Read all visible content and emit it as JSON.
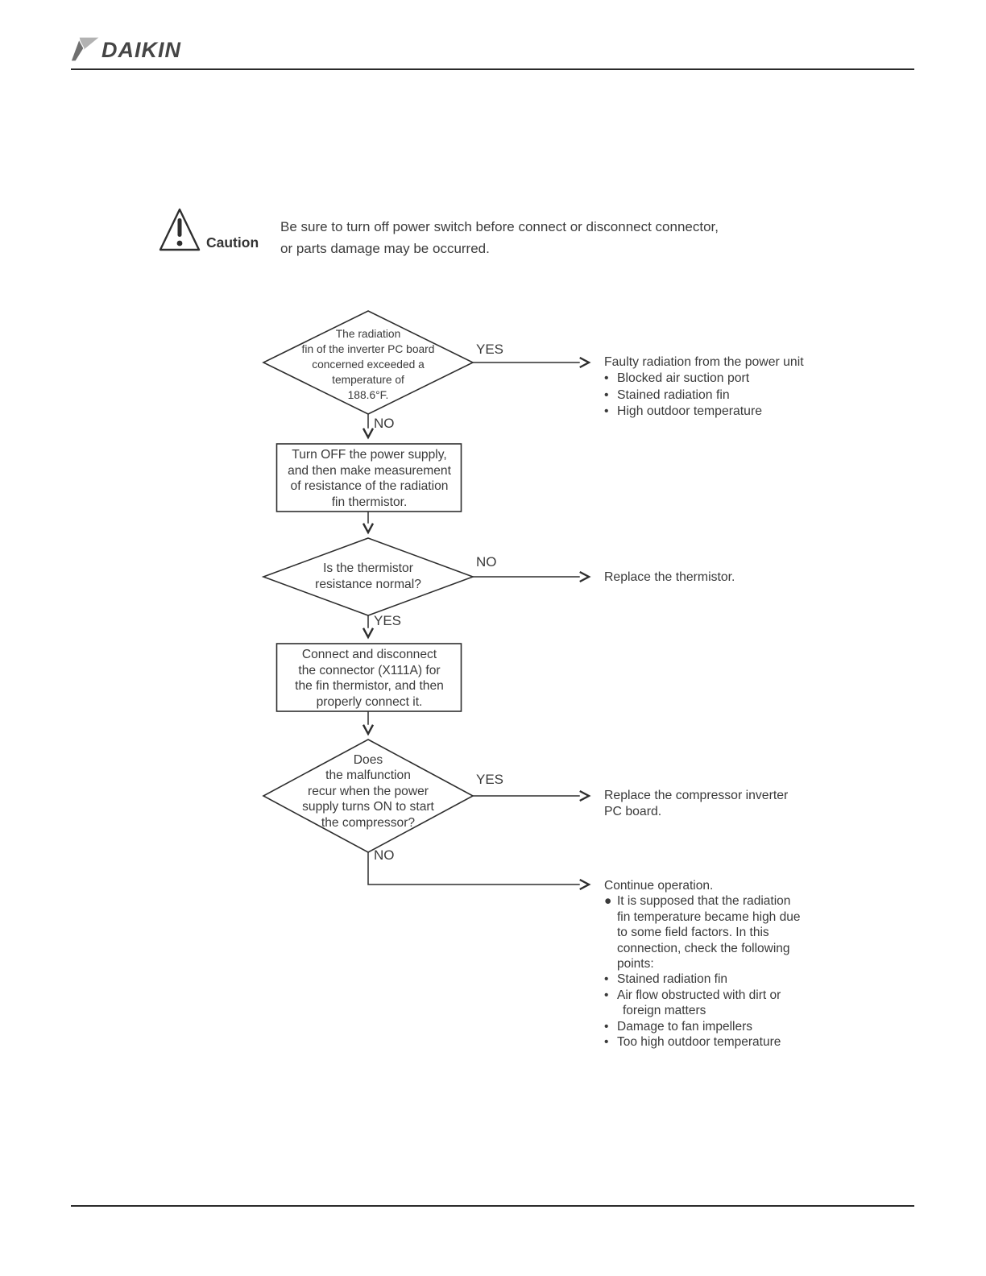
{
  "header": {
    "brand": "DAIKIN"
  },
  "caution": {
    "label": "Caution",
    "lines": [
      "Be sure to turn off power switch before connect or disconnect connector,",
      "or parts damage may be occurred."
    ]
  },
  "glyphs": {
    "bullet": "•",
    "filled_bullet": "●"
  },
  "flowchart": {
    "label_yes": "YES",
    "label_no": "NO",
    "decision1": {
      "lines": [
        "The radiation",
        "fin of the inverter PC board",
        "concerned exceeded a",
        "temperature of",
        "188.6°F."
      ]
    },
    "outcome1": {
      "title": "Faulty radiation from the power unit",
      "bullets": [
        "Blocked air suction port",
        "Stained radiation fin",
        "High outdoor temperature"
      ]
    },
    "process1": {
      "lines": [
        "Turn OFF the power supply,",
        "and then make measurement",
        "of resistance of the radiation",
        "fin thermistor."
      ]
    },
    "decision2": {
      "lines": [
        "Is the thermistor",
        "resistance normal?"
      ]
    },
    "outcome2": {
      "title": "Replace the thermistor."
    },
    "process2": {
      "lines": [
        "Connect and disconnect",
        "the connector (X111A) for",
        "the fin thermistor, and then",
        "properly connect it."
      ]
    },
    "decision3": {
      "lines": [
        "Does",
        "the malfunction",
        "recur when the power",
        "supply turns ON to start",
        "the compressor?"
      ]
    },
    "outcome3": {
      "lines": [
        "Replace the compressor inverter",
        "PC board."
      ]
    },
    "outcome4": {
      "title": "Continue operation.",
      "note": {
        "lines": [
          "It is supposed that the radiation",
          "fin temperature became high due",
          "to some field factors. In this",
          "connection, check the following",
          "points:"
        ]
      },
      "bullets": [
        {
          "lines": [
            "Stained radiation fin"
          ]
        },
        {
          "lines": [
            "Air flow obstructed with dirt or",
            "foreign matters"
          ]
        },
        {
          "lines": [
            "Damage to fan impellers"
          ]
        },
        {
          "lines": [
            "Too high outdoor temperature"
          ]
        }
      ]
    }
  }
}
